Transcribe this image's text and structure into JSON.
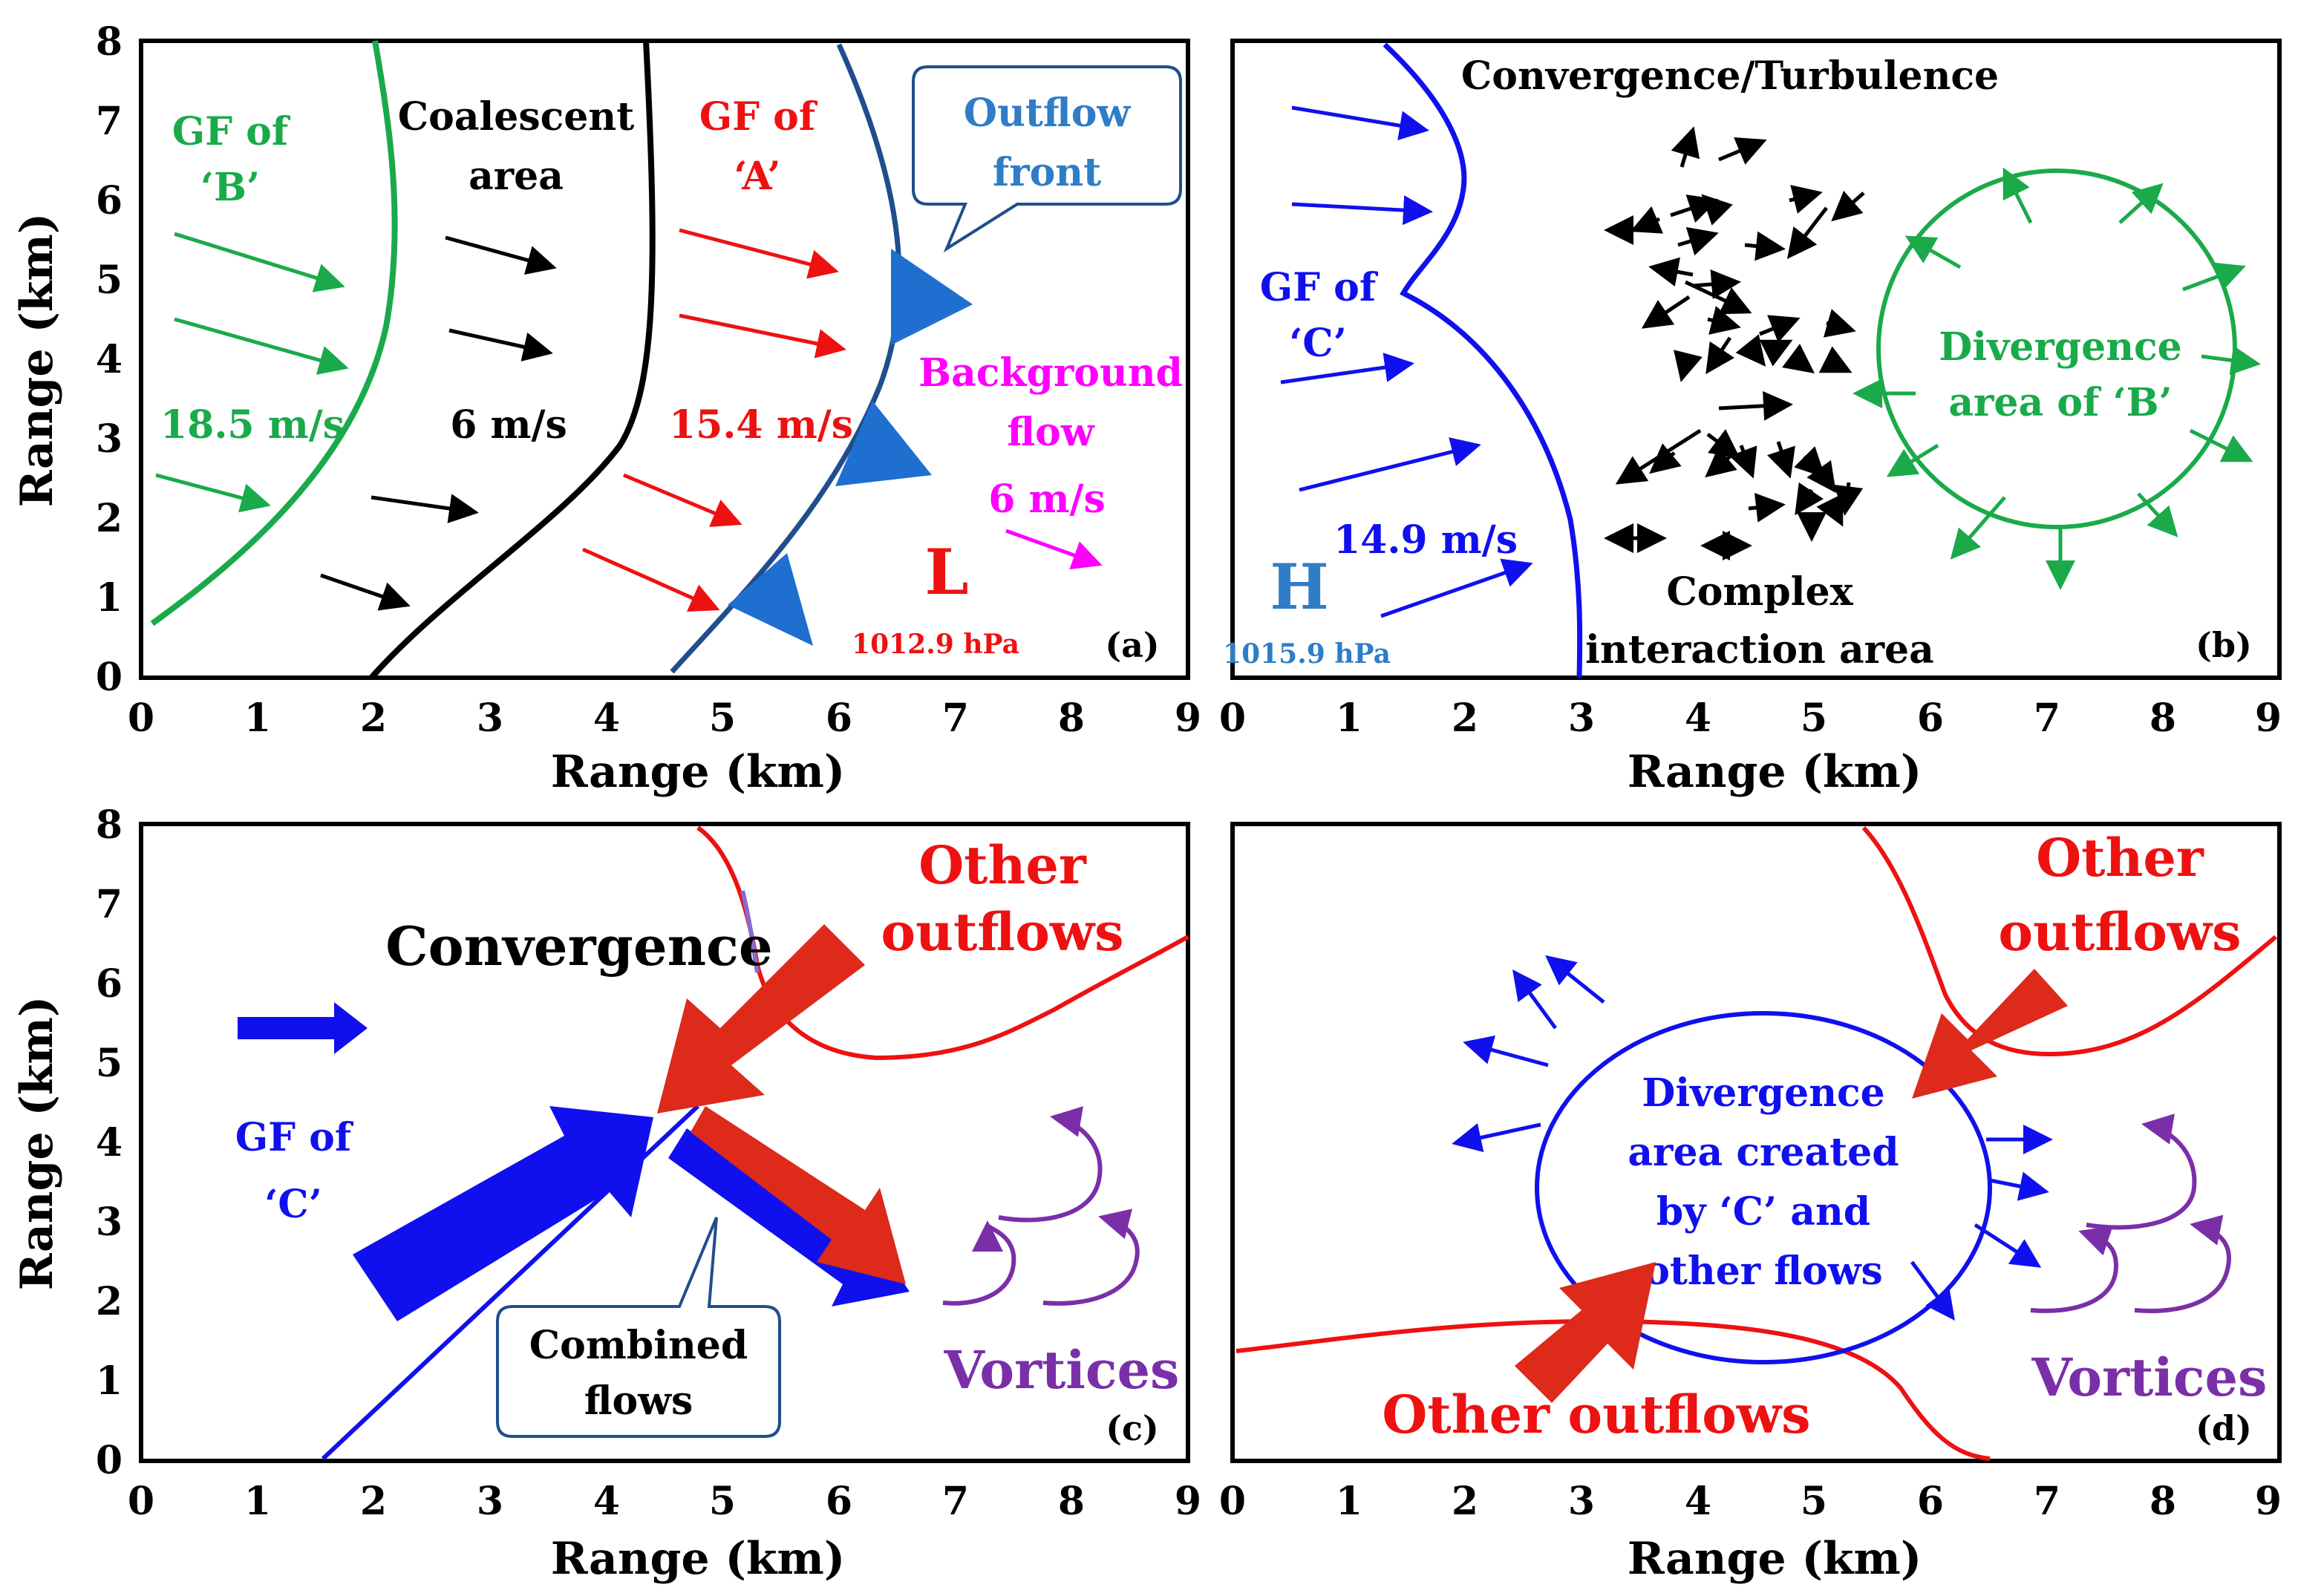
{
  "axes": {
    "x_label": "Range (km)",
    "y_label": "Range (km)",
    "x_ticks": [
      "0",
      "1",
      "2",
      "3",
      "4",
      "5",
      "6",
      "7",
      "8",
      "9"
    ],
    "y_ticks": [
      "0",
      "1",
      "2",
      "3",
      "4",
      "5",
      "6",
      "7",
      "8"
    ]
  },
  "colors": {
    "green": "#1aaa4a",
    "black": "#000000",
    "red": "#ee1111",
    "blue": "#1010ee",
    "navy": "#1f4e8c",
    "front_fill": "#1e6fd0",
    "magenta": "#ff00ff",
    "purple": "#7a2fa8",
    "steelblue": "#2e7dc6",
    "darkred": "#d42a1a"
  },
  "panel_a": {
    "tag": "(a)",
    "gf_b_line1": "GF of",
    "gf_b_line2": "‘B’",
    "coalescent_line1": "Coalescent",
    "coalescent_line2": "area",
    "gf_a_line1": "GF of",
    "gf_a_line2": "‘A’",
    "outflow_front_line1": "Outflow",
    "outflow_front_line2": "front",
    "background_line1": "Background",
    "background_line2": "flow",
    "speed_b": "18.5 m/s",
    "speed_coal": "6 m/s",
    "speed_a": "15.4 m/s",
    "speed_bg": "6 m/s",
    "low_symbol": "L",
    "low_pressure": "1012.9 hPa"
  },
  "panel_b": {
    "tag": "(b)",
    "convergence": "Convergence/Turbulence",
    "gf_c_line1": "GF of",
    "gf_c_line2": "‘C’",
    "speed_c": "14.9 m/s",
    "high_symbol": "H",
    "high_pressure": "1015.9 hPa",
    "complex_line1": "Complex",
    "complex_line2": "interaction area",
    "divergence_line1": "Divergence",
    "divergence_line2": "area of ‘B’"
  },
  "panel_c": {
    "tag": "(c)",
    "convergence": "Convergence",
    "other_line1": "Other",
    "other_line2": "outflows",
    "gf_c_line1": "GF of",
    "gf_c_line2": "‘C’",
    "combined_line1": "Combined",
    "combined_line2": "flows",
    "vortices": "Vortices"
  },
  "panel_d": {
    "tag": "(d)",
    "other_top_line1": "Other",
    "other_top_line2": "outflows",
    "other_bottom": "Other outflows",
    "div_line1": "Divergence",
    "div_line2": "area created",
    "div_line3": "by ‘C’ and",
    "div_line4": "other flows",
    "vortices": "Vortices"
  }
}
